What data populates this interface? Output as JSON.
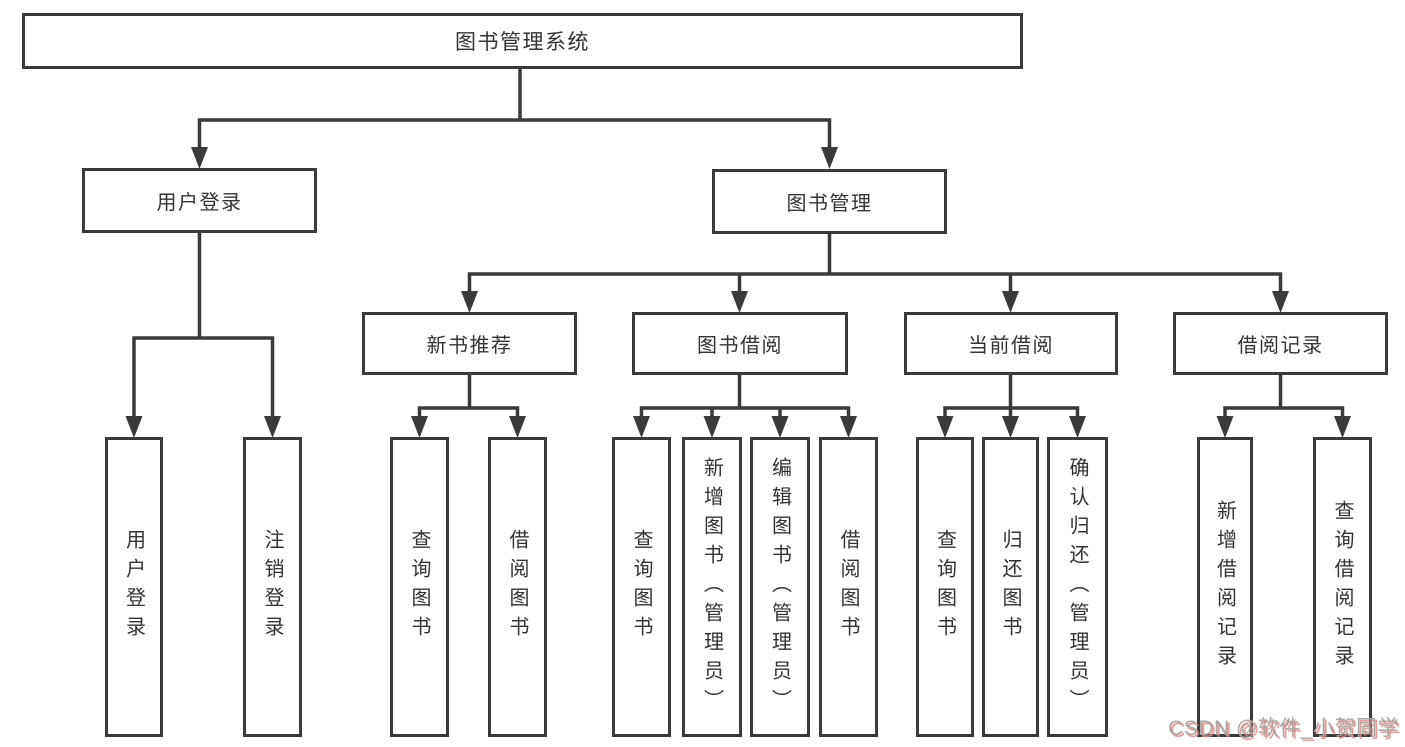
{
  "diagram": {
    "root": {
      "label": "图书管理系统"
    },
    "branches": [
      {
        "label": "用户登录",
        "children": [
          {
            "label": "用户登录"
          },
          {
            "label": "注销登录"
          }
        ]
      },
      {
        "label": "图书管理",
        "children": [
          {
            "label": "新书推荐",
            "children": [
              {
                "label": "查询图书"
              },
              {
                "label": "借阅图书"
              }
            ]
          },
          {
            "label": "图书借阅",
            "children": [
              {
                "label": "查询图书"
              },
              {
                "label": "新增图书（管理员）"
              },
              {
                "label": "编辑图书（管理员）"
              },
              {
                "label": "借阅图书"
              }
            ]
          },
          {
            "label": "当前借阅",
            "children": [
              {
                "label": "查询图书"
              },
              {
                "label": "归还图书"
              },
              {
                "label": "确认归还（管理员）"
              }
            ]
          },
          {
            "label": "借阅记录",
            "children": [
              {
                "label": "新增借阅记录"
              },
              {
                "label": "查询借阅记录"
              }
            ]
          }
        ]
      }
    ]
  },
  "watermark": {
    "text": "CSDN @软件_小贺同学"
  },
  "colors": {
    "line": "#3a3a3a",
    "box_border": "#3a3a3a",
    "text": "#333333",
    "background": "#ffffff",
    "watermark_gray": "#a8a8a8",
    "watermark_shadow": "#d98c86"
  }
}
